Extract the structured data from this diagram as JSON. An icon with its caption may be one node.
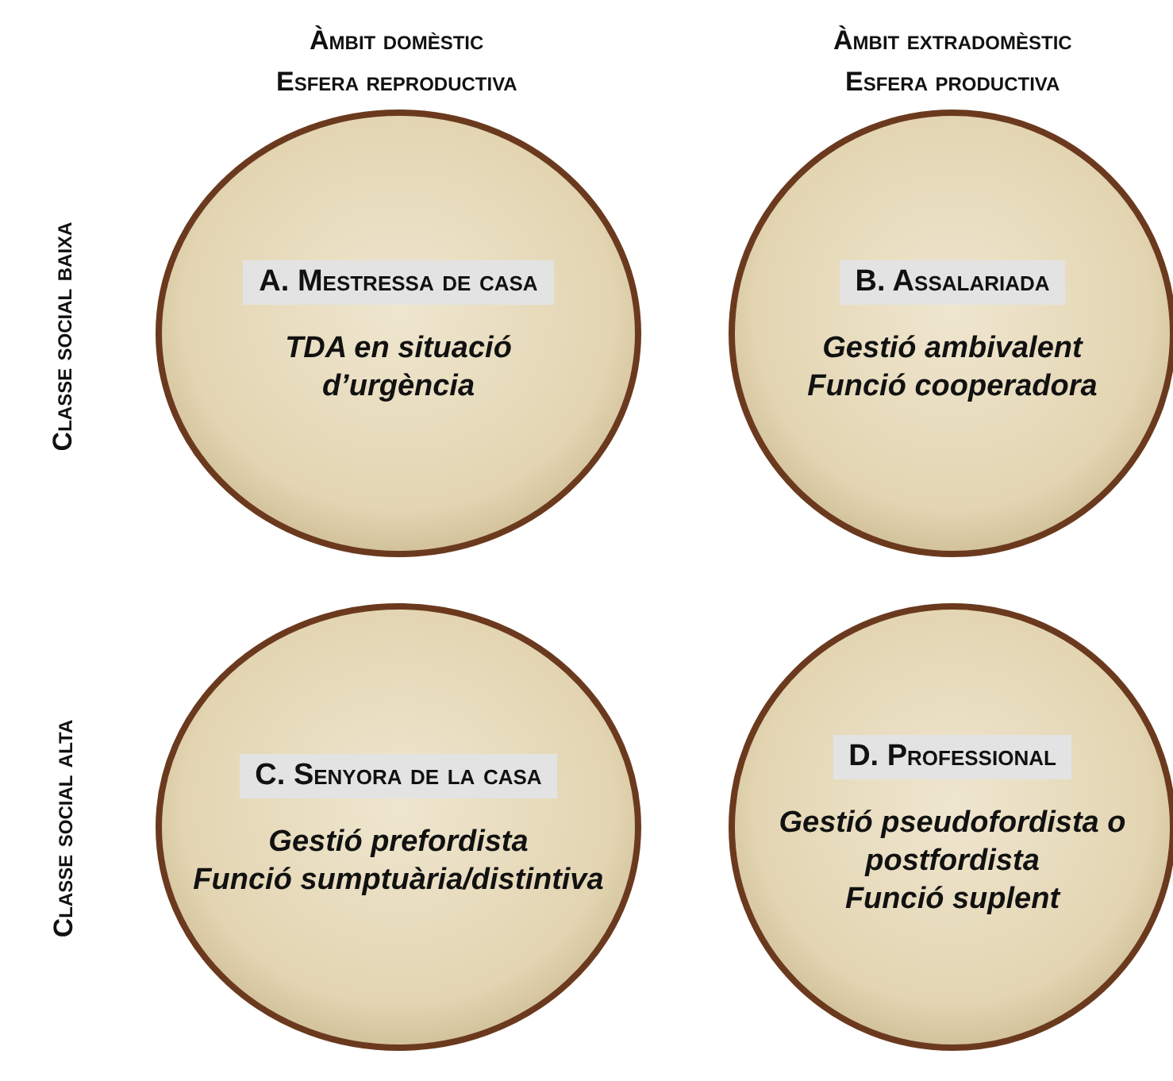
{
  "diagram": {
    "nodes": [
      {
        "text": [
          "A. Mestressa de casa",
          "TDA en situació d’urgència"
        ]
      },
      {
        "text": [
          "B. Assalariada",
          "Gestió ambivalent",
          "Funció cooperadora"
        ]
      },
      {
        "text": [
          "C. Senyora de la casa",
          "Gestió prefordista",
          "Funció sumptuària/distintiva"
        ]
      },
      {
        "text": [
          "D. Professional",
          "Gestió pseudofordista o postfordista",
          "Funció suplent"
        ]
      }
    ],
    "labels": [
      "Àmbit domèstic",
      "Esfera reproductiva",
      "Àmbit extradomèstic",
      "Esfera productiva",
      "Classe social baixa",
      "Classe social alta"
    ]
  }
}
